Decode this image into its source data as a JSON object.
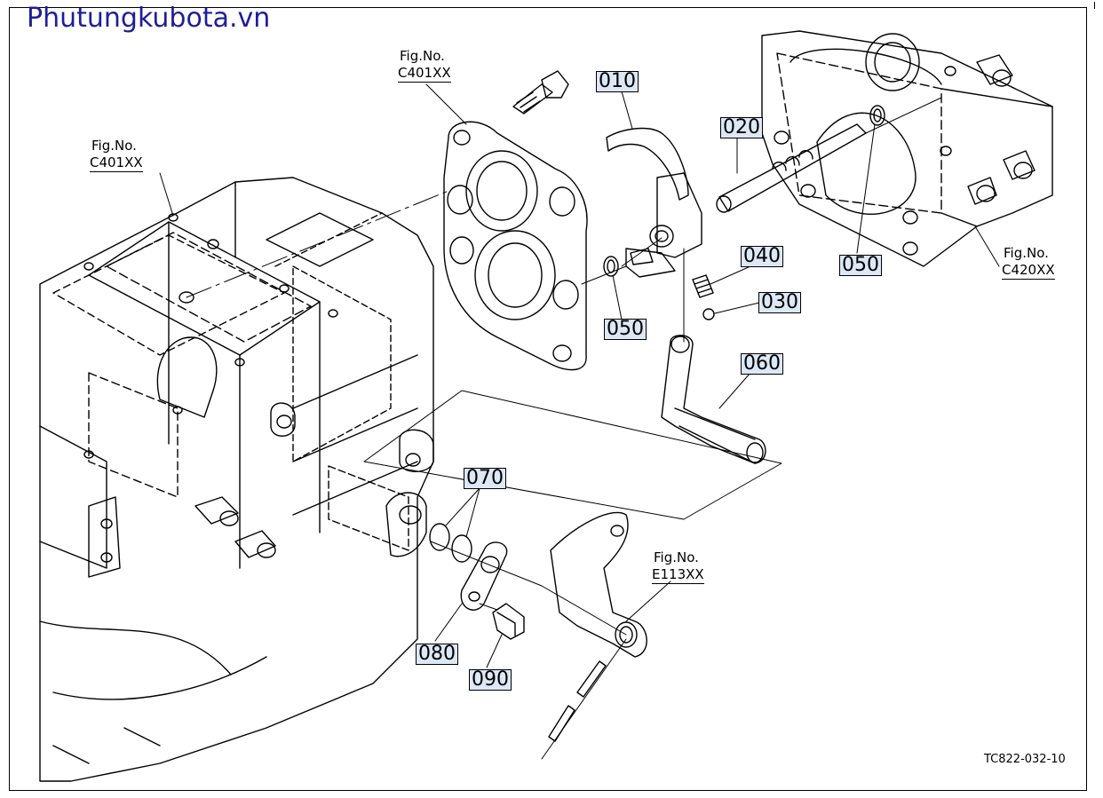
{
  "watermark": "Phutungkubota.vn",
  "drawing_code": "TC822-032-10",
  "fig_refs": [
    {
      "id": "fig-c401-left",
      "line1": "Fig.No.",
      "line2": "C401XX"
    },
    {
      "id": "fig-c401-top",
      "line1": "Fig.No.",
      "line2": "C401XX"
    },
    {
      "id": "fig-c420",
      "line1": "Fig.No.",
      "line2": "C420XX"
    },
    {
      "id": "fig-e113",
      "line1": "Fig.No.",
      "line2": "E113XX"
    }
  ],
  "parts": [
    {
      "ref": "010"
    },
    {
      "ref": "020"
    },
    {
      "ref": "040"
    },
    {
      "ref": "030"
    },
    {
      "ref": "050"
    },
    {
      "ref": "050"
    },
    {
      "ref": "060"
    },
    {
      "ref": "070"
    },
    {
      "ref": "080"
    },
    {
      "ref": "090"
    }
  ]
}
